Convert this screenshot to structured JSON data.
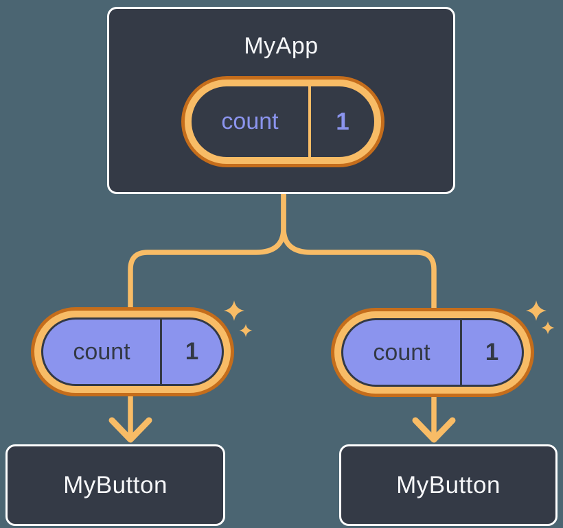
{
  "diagram": {
    "description": "React state sharing diagram: parent component holds count state passed to two child buttons",
    "colors": {
      "background": "#4B6572",
      "box_fill": "#343A46",
      "box_border": "#FFFFFF",
      "orange_dark": "#C56D1B",
      "orange_light": "#F8BC66",
      "purple": "#8B94EE",
      "text_light": "#F6F7F9",
      "text_dark": "#333945"
    },
    "parent": {
      "title": "MyApp",
      "state": {
        "label": "count",
        "value": "1"
      }
    },
    "children": [
      {
        "title": "MyButton",
        "state": {
          "label": "count",
          "value": "1"
        }
      },
      {
        "title": "MyButton",
        "state": {
          "label": "count",
          "value": "1"
        }
      }
    ]
  }
}
